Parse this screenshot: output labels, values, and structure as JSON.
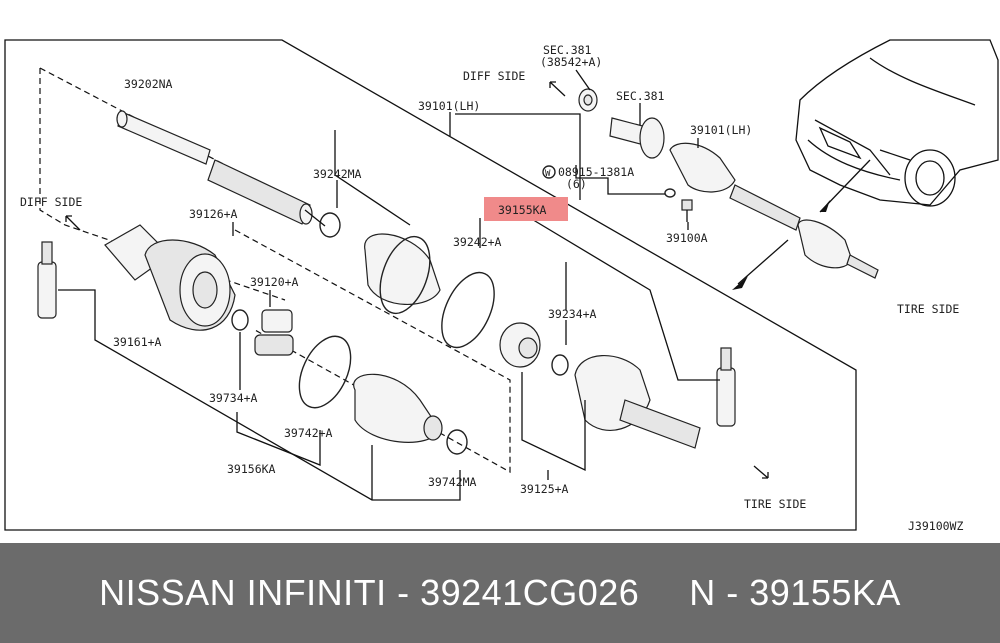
{
  "diagram": {
    "labels": {
      "p39202NA": "39202NA",
      "p39101LH_mid": "39101(LH)",
      "sec381_top": "SEC.381",
      "ref38542A": "(38542+A)",
      "diff_side_top": "DIFF SIDE",
      "sec381": "SEC.381",
      "p39101LH_right": "39101(LH)",
      "bolt08915": "08915-1381A",
      "bolt_qty": "(6)",
      "bolt_prefix": "W",
      "p39100A": "39100A",
      "p39242MA": "39242MA",
      "p39155KA": "39155KA",
      "p39242A": "39242+A",
      "diff_side_left": "DIFF SIDE",
      "p39126A": "39126+A",
      "p39120A": "39120+A",
      "p39234A": "39234+A",
      "tire_side_right": "TIRE SIDE",
      "p39161A": "39161+A",
      "p39734A": "39734+A",
      "p39742A": "39742+A",
      "p39156KA": "39156KA",
      "p39742MA": "39742MA",
      "p39125A": "39125+A",
      "tire_side_bottom": "TIRE SIDE",
      "diagram_code": "J39100WZ"
    },
    "highlight_color": "#f08a8a"
  },
  "footer": {
    "brand_part": "NISSAN INFINITI - 39241CG026",
    "alt_part": "N - 39155KA",
    "bg_color": "#6b6b6b"
  }
}
